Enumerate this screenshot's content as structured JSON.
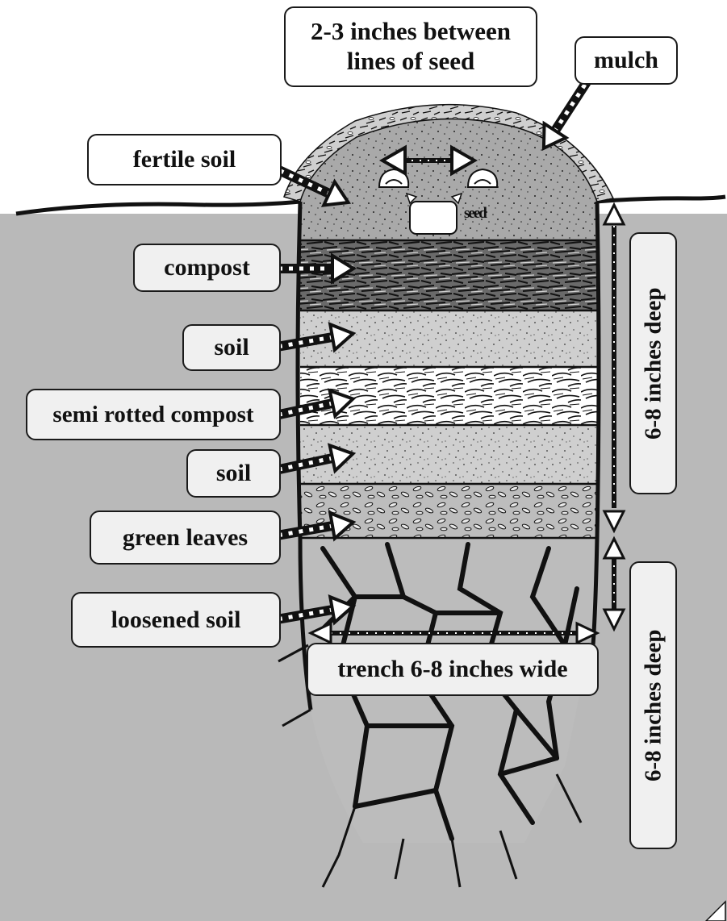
{
  "labels": {
    "spacing": "2-3 inches between lines of seed",
    "mulch": "mulch",
    "fertile_soil": "fertile soil",
    "seed": "seed",
    "compost": "compost",
    "soil_1": "soil",
    "semi_rotted_compost": "semi rotted compost",
    "soil_2": "soil",
    "green_leaves": "green leaves",
    "loosened_soil": "loosened soil",
    "depth_upper": "6-8 inches deep",
    "depth_lower": "6-8 inches deep",
    "width": "trench 6-8 inches wide"
  },
  "layers": [
    {
      "name": "mulch",
      "pattern": "leaf-litter"
    },
    {
      "name": "fertile soil",
      "pattern": "speckled"
    },
    {
      "name": "compost",
      "pattern": "dark-fibrous"
    },
    {
      "name": "soil",
      "pattern": "speckled"
    },
    {
      "name": "semi rotted compost",
      "pattern": "hatched"
    },
    {
      "name": "soil",
      "pattern": "speckled"
    },
    {
      "name": "green leaves",
      "pattern": "leaves"
    },
    {
      "name": "loosened soil",
      "pattern": "cracked"
    }
  ],
  "colors": {
    "ground": "#b9b9b9",
    "ink": "#111111",
    "soil": "#cfcfcf",
    "fertile_soil": "#a8a8a8",
    "compost": "#6f6f6f",
    "label_fill": "#f0f0f0"
  }
}
